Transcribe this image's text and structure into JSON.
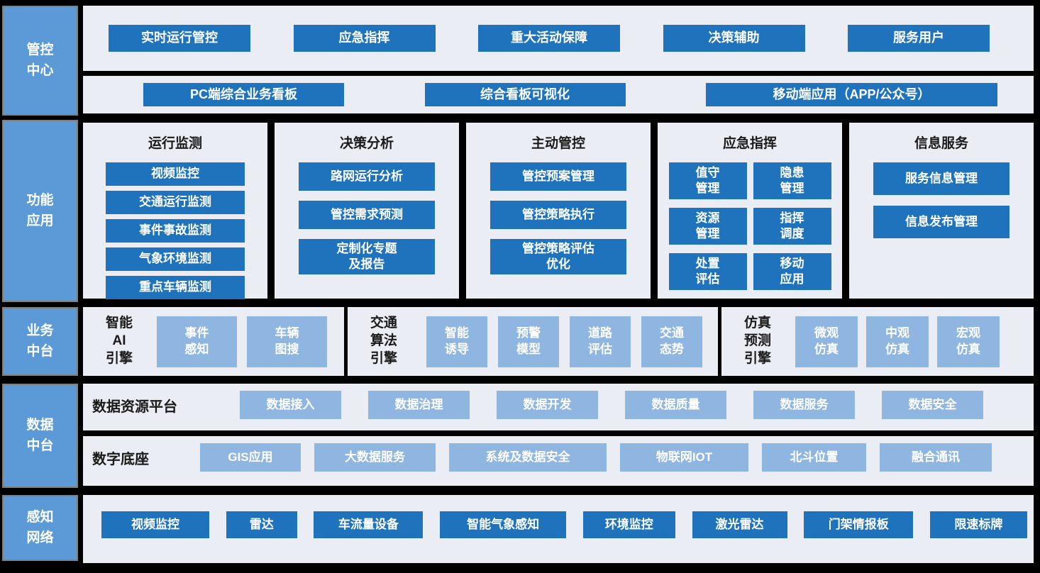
{
  "colors": {
    "page_bg": "#000000",
    "panel_bg": "#EAEDF4",
    "sidebar_fill": "#5B9AD6",
    "sidebar_border": "#7F7F7F",
    "button_dark_blue": "#1F73BD",
    "button_light_blue": "#8FB6E0",
    "text_dark": "#1A1A1A",
    "text_light": "#FFFFFF"
  },
  "sidebar": {
    "items": [
      "管控\n中心",
      "功能\n应用",
      "业务\n中台",
      "数据\n中台",
      "感知\n网络"
    ]
  },
  "control_center": {
    "top_buttons": [
      "实时运行管控",
      "应急指挥",
      "重大活动保障",
      "决策辅助",
      "服务用户"
    ],
    "board_buttons": [
      "PC端综合业务看板",
      "综合看板可视化",
      "移动端应用（APP/公众号）"
    ]
  },
  "function_apps": {
    "columns": [
      {
        "title": "运行监测",
        "buttons": [
          "视频监控",
          "交通运行监测",
          "事件事故监测",
          "气象环境监测",
          "重点车辆监测"
        ]
      },
      {
        "title": "决策分析",
        "buttons": [
          "路网运行分析",
          "管控需求预测",
          "定制化专题\n及报告"
        ]
      },
      {
        "title": "主动管控",
        "buttons": [
          "管控预案管理",
          "管控策略执行",
          "管控策略评估\n优化"
        ]
      },
      {
        "title": "应急指挥",
        "buttons": [
          "值守\n管理",
          "隐患\n管理",
          "资源\n管理",
          "指挥\n调度",
          "处置\n评估",
          "移动\n应用"
        ]
      },
      {
        "title": "信息服务",
        "buttons": [
          "服务信息管理",
          "信息发布管理"
        ]
      }
    ]
  },
  "business_platform": {
    "engines": [
      {
        "name": "智能\nAI\n引擎",
        "boxes": [
          "事件\n感知",
          "车辆\n图搜"
        ]
      },
      {
        "name": "交通\n算法\n引擎",
        "boxes": [
          "智能\n诱导",
          "预警\n模型",
          "道路\n评估",
          "交通\n态势"
        ]
      },
      {
        "name": "仿真\n预测\n引擎",
        "boxes": [
          "微观\n仿真",
          "中观\n仿真",
          "宏观\n仿真"
        ]
      }
    ]
  },
  "data_platform": {
    "rows": [
      {
        "title": "数据资源平台",
        "boxes": [
          "数据接入",
          "数据治理",
          "数据开发",
          "数据质量",
          "数据服务",
          "数据安全"
        ]
      },
      {
        "title": "数字底座",
        "boxes": [
          "GIS应用",
          "大数据服务",
          "系统及数据安全",
          "物联网IOT",
          "北斗位置",
          "融合通讯"
        ]
      }
    ]
  },
  "perception_network": {
    "buttons": [
      "视频监控",
      "雷达",
      "车流量设备",
      "智能气象感知",
      "环境监控",
      "激光雷达",
      "门架情报板",
      "限速标牌"
    ]
  }
}
